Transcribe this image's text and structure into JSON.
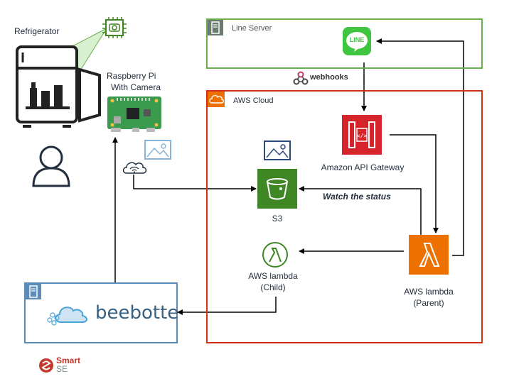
{
  "fridge": {
    "label": "Refrigerator"
  },
  "raspberry": {
    "line1": "Raspberry Pi",
    "line2": "With Camera"
  },
  "line_server": {
    "title": "Line Server",
    "logo_text": "LINE"
  },
  "webhooks": {
    "label": "webhooks"
  },
  "aws_cloud": {
    "title": "AWS Cloud"
  },
  "api_gateway": {
    "label": "Amazon API Gateway"
  },
  "s3": {
    "label": "S3"
  },
  "watch": {
    "label": "Watch the status"
  },
  "lambda_child": {
    "line1": "AWS lambda",
    "line2": "(Child)"
  },
  "lambda_parent": {
    "line1": "AWS lambda",
    "line2": "(Parent)"
  },
  "beebotte": {
    "label": "beebotte"
  },
  "brand": {
    "smart": "Smart",
    "se": "SE"
  },
  "colors": {
    "line_green": "#6ab04c",
    "aws_red": "#d13212",
    "s3_green": "#3f8624",
    "lambda_orange": "#ed7100",
    "api_red": "#e7157b",
    "beebotte_blue": "#5b8db8"
  },
  "icons": [
    "camera-chip-icon",
    "refrigerator-icon",
    "user-icon",
    "raspberry-pi-icon",
    "image-icon",
    "wifi-cloud-icon",
    "server-icon",
    "line-app-icon",
    "webhooks-icon",
    "aws-cloud-icon",
    "api-gateway-icon",
    "s3-bucket-icon",
    "lambda-icon",
    "beebotte-logo-icon",
    "smartse-logo-icon"
  ]
}
